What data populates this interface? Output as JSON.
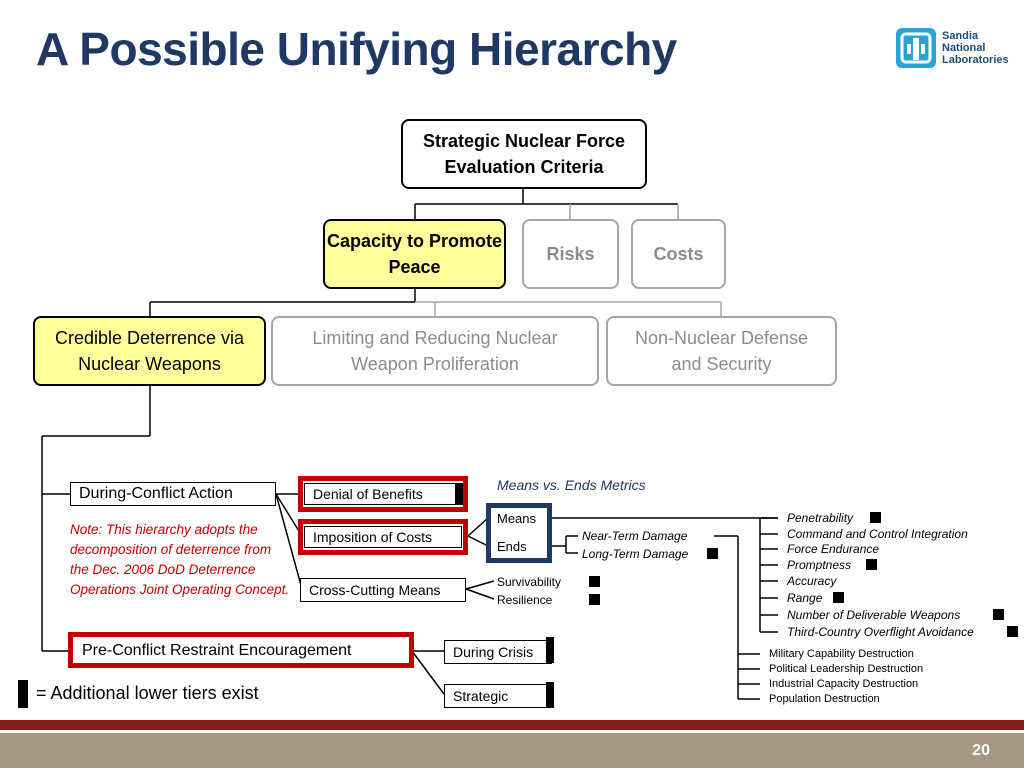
{
  "title": "A Possible Unifying Hierarchy",
  "logo": {
    "line1": "Sandia",
    "line2": "National",
    "line3": "Laboratories"
  },
  "nodes": {
    "root": "Strategic Nuclear Force Evaluation Criteria",
    "capacity": "Capacity to Promote Peace",
    "risks": "Risks",
    "costs": "Costs",
    "deterrence": "Credible Deterrence via Nuclear Weapons",
    "proliferation": "Limiting and Reducing Nuclear Weapon Proliferation",
    "nonnuclear": "Non-Nuclear Defense and Security",
    "during_conflict": "During-Conflict Action",
    "pre_conflict": "Pre-Conflict Restraint Encouragement",
    "denial": "Denial of Benefits",
    "imposition": "Imposition of Costs",
    "cross_cutting": "Cross-Cutting Means",
    "during_crisis": "During Crisis",
    "strategic": "Strategic"
  },
  "note": "Note:  This hierarchy adopts the decomposition of deterrence from the Dec. 2006 DoD Deterrence Operations Joint Operating Concept.",
  "means_ends_title": "Means vs. Ends Metrics",
  "means": "Means",
  "ends": "Ends",
  "survivability": "Survivability",
  "resilience": "Resilience",
  "near_term": "Near-Term Damage",
  "long_term": "Long-Term Damage",
  "metrics": [
    "Penetrability",
    "Command and Control Integration",
    "Force Endurance",
    "Promptness",
    "Accuracy",
    "Range",
    "Number of Deliverable Weapons",
    "Third-Country Overflight Avoidance"
  ],
  "destruction": [
    "Military Capability Destruction",
    "Political Leadership Destruction",
    "Industrial Capacity Destruction",
    "Population Destruction"
  ],
  "legend": "= Additional lower tiers exist",
  "page_number": "20"
}
